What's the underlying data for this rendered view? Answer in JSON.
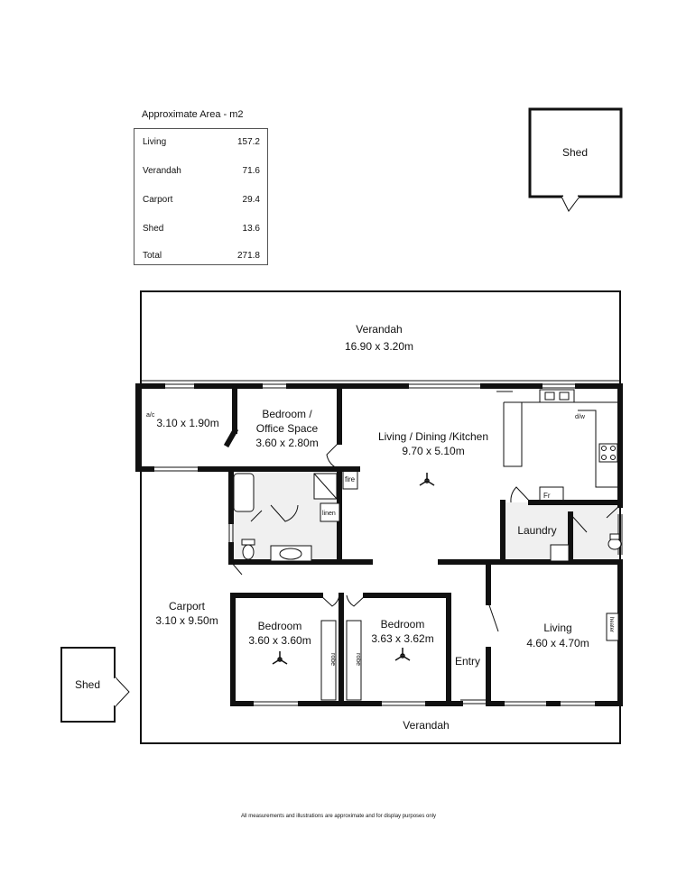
{
  "area_table": {
    "title": "Approximate Area - m2",
    "rows": [
      {
        "label": "Living",
        "value": "157.2"
      },
      {
        "label": "Verandah",
        "value": "71.6"
      },
      {
        "label": "Carport",
        "value": "29.4"
      },
      {
        "label": "Shed",
        "value": "13.6"
      },
      {
        "label": "Total",
        "value": "271.8"
      }
    ]
  },
  "sheds": {
    "top": "Shed",
    "left": "Shed"
  },
  "rooms": {
    "verandah_top": {
      "name": "Verandah",
      "dims": "16.90 x 3.20m"
    },
    "ac_room": {
      "dims": "3.10 x 1.90m"
    },
    "bedroom_office": {
      "name_line1": "Bedroom /",
      "name_line2": "Office Space",
      "dims": "3.60 x 2.80m"
    },
    "living_kitchen": {
      "name": "Living / Dining /Kitchen",
      "dims": "9.70 x 5.10m"
    },
    "laundry": {
      "name": "Laundry"
    },
    "carport": {
      "name": "Carport",
      "dims": "3.10 x 9.50m"
    },
    "bedroom1": {
      "name": "Bedroom",
      "dims": "3.60 x 3.60m"
    },
    "bedroom2": {
      "name": "Bedroom",
      "dims": "3.63 x 3.62m"
    },
    "entry": {
      "name": "Entry"
    },
    "living": {
      "name": "Living",
      "dims": "4.60 x 4.70m"
    },
    "verandah_bottom": {
      "name": "Verandah"
    }
  },
  "fixture_labels": {
    "ac": "a/c",
    "dw": "d/w",
    "fire": "fire",
    "linen": "linen",
    "fr": "Fr",
    "robe1": "robe",
    "robe2": "robe",
    "heater": "heater"
  },
  "disclaimer": "All measurements and illustrations are approximate and for display purposes only"
}
